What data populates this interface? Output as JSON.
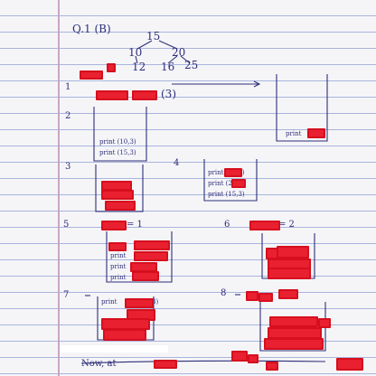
{
  "question_header": "Q.1 (B)",
  "tree": {
    "root": "15",
    "level1": [
      "10",
      "20"
    ],
    "level2": [
      "12",
      "16",
      "25"
    ]
  },
  "step_numbers": [
    "1",
    "2",
    "3",
    "4",
    "5",
    "6",
    "7",
    "8"
  ],
  "step1_suffix": "(3)",
  "step2_stack": [
    "print (10,3)",
    "print (15,3)"
  ],
  "right_stack_item": "print",
  "step4_stack": [
    "print (10,3)",
    "print (20,3)",
    "print (15,3)"
  ],
  "step5_lhs": "= 1",
  "step6_lhs": "= 2",
  "step5_lines": [
    "print",
    "print",
    "print"
  ],
  "step7_top": "print",
  "step7_suffix": "3)",
  "bottom_line": "Now, at",
  "bottom_ink_color": "#2e2e78",
  "redaction_color": "#e82030"
}
